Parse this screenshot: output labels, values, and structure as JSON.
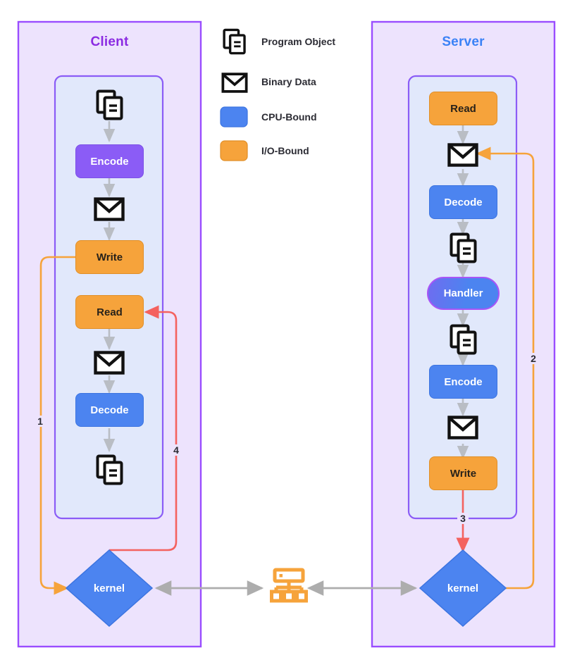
{
  "diagram": {
    "title_client": "Client",
    "title_server": "Server",
    "colors": {
      "group_fill": "#EDE3FD",
      "group_stroke": "#9A4DFF",
      "inner_fill": "#E1E8FB",
      "inner_stroke": "#8B5CF6",
      "cpu_bound": "#4C84F0",
      "io_bound": "#F6A33B",
      "encode_purple": "#8B5CF6",
      "handler_border": "#A855F7",
      "kernel_fill": "#4C84F0",
      "arrow_gray": "#ADADAD",
      "flow_orange": "#F6A33B",
      "flow_red": "#F4625F",
      "network_orange": "#F6A33B",
      "client_title": "#8B2BE2",
      "server_title": "#3B82F6"
    },
    "legend": {
      "items": [
        {
          "icon": "program-object-icon",
          "label": "Program Object",
          "type": "icon"
        },
        {
          "icon": "binary-data-icon",
          "label": "Binary Data",
          "type": "icon"
        },
        {
          "icon": "swatch",
          "label": "CPU-Bound",
          "type": "swatch",
          "color": "#4C84F0"
        },
        {
          "icon": "swatch",
          "label": "I/O-Bound",
          "type": "swatch",
          "color": "#F6A33B"
        }
      ]
    },
    "client": {
      "title": "Client",
      "kernel_label": "kernel",
      "nodes": [
        {
          "id": "c-obj-1",
          "label": "",
          "kind": "program-object"
        },
        {
          "id": "c-encode",
          "label": "Encode",
          "kind": "encode"
        },
        {
          "id": "c-bin-1",
          "label": "",
          "kind": "binary-data"
        },
        {
          "id": "c-write",
          "label": "Write",
          "kind": "io"
        },
        {
          "id": "c-read",
          "label": "Read",
          "kind": "io"
        },
        {
          "id": "c-bin-2",
          "label": "",
          "kind": "binary-data"
        },
        {
          "id": "c-decode",
          "label": "Decode",
          "kind": "cpu"
        },
        {
          "id": "c-obj-2",
          "label": "",
          "kind": "program-object"
        }
      ]
    },
    "server": {
      "title": "Server",
      "kernel_label": "kernel",
      "nodes": [
        {
          "id": "s-read",
          "label": "Read",
          "kind": "io"
        },
        {
          "id": "s-bin-1",
          "label": "",
          "kind": "binary-data"
        },
        {
          "id": "s-decode",
          "label": "Decode",
          "kind": "cpu"
        },
        {
          "id": "s-obj-1",
          "label": "",
          "kind": "program-object"
        },
        {
          "id": "s-handler",
          "label": "Handler",
          "kind": "handler"
        },
        {
          "id": "s-obj-2",
          "label": "",
          "kind": "program-object"
        },
        {
          "id": "s-encode",
          "label": "Encode",
          "kind": "cpu"
        },
        {
          "id": "s-bin-2",
          "label": "",
          "kind": "binary-data"
        },
        {
          "id": "s-write",
          "label": "Write",
          "kind": "io"
        }
      ]
    },
    "network": {
      "icon": "network-hub-icon"
    },
    "flow_labels": [
      {
        "id": "flow-1",
        "text": "1"
      },
      {
        "id": "flow-2",
        "text": "2"
      },
      {
        "id": "flow-3",
        "text": "3"
      },
      {
        "id": "flow-4",
        "text": "4"
      }
    ]
  }
}
